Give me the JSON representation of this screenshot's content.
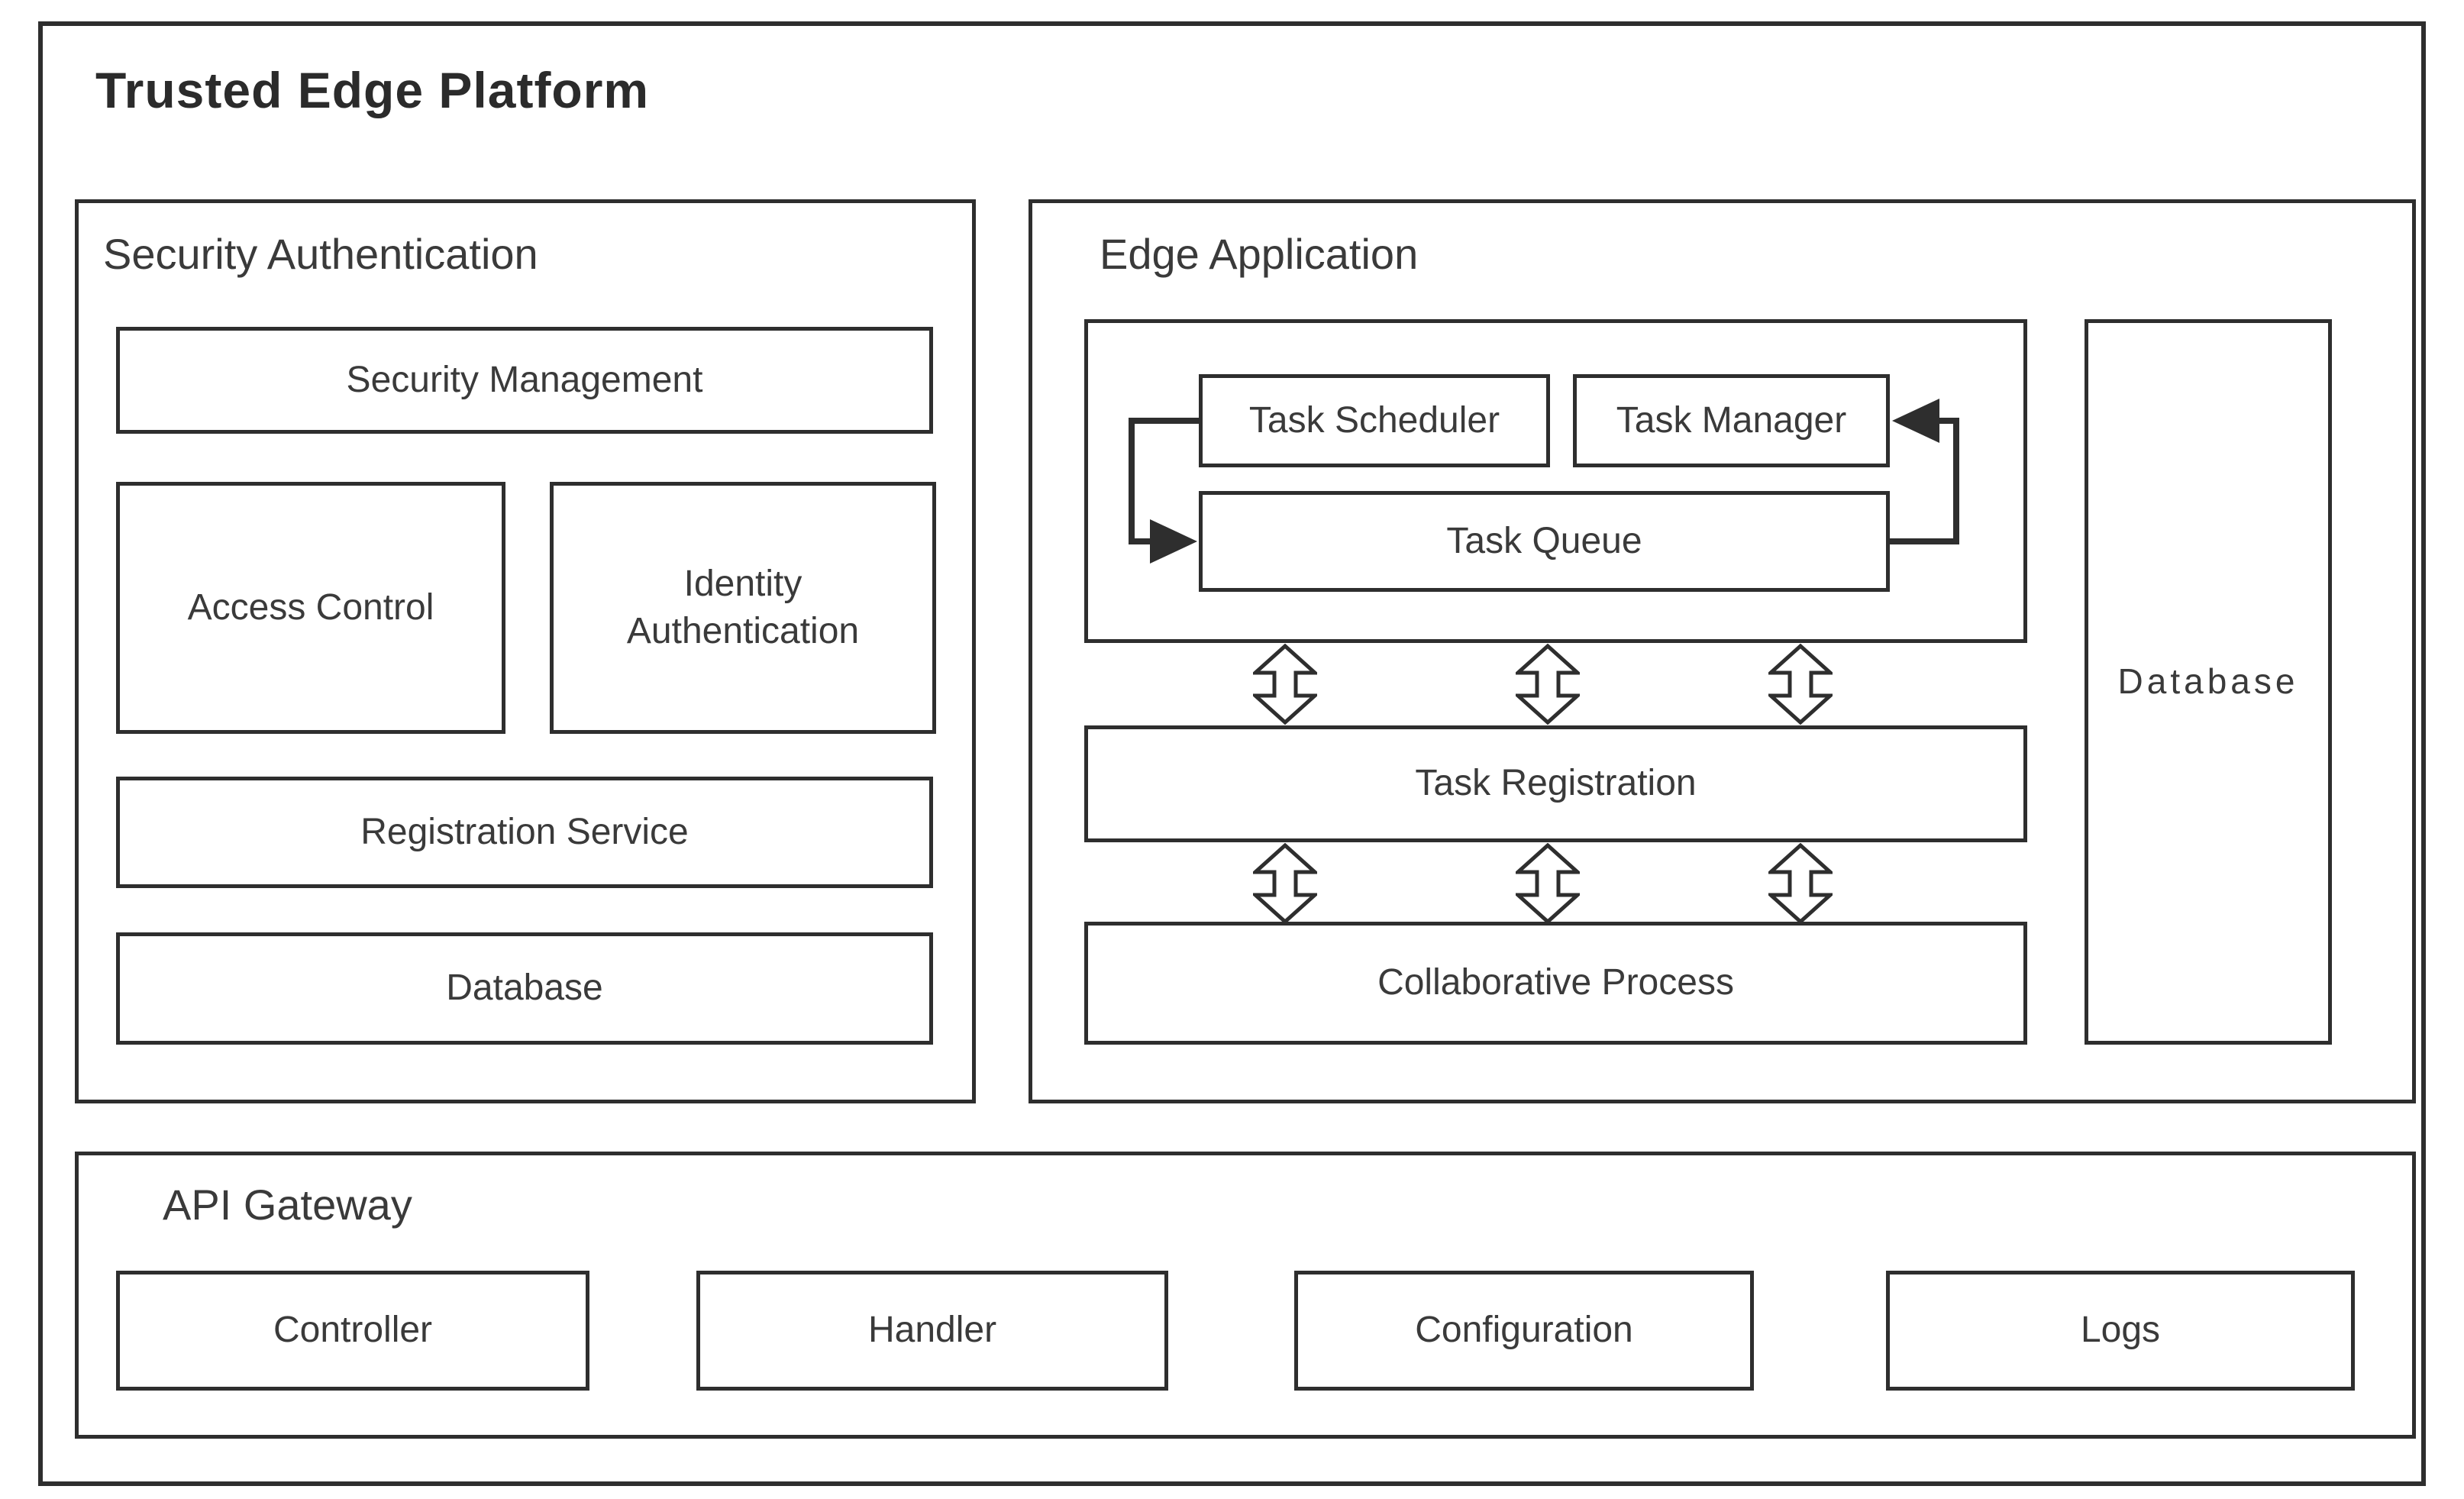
{
  "title": "Trusted Edge Platform",
  "colors": {
    "stroke": "#2e2e2e",
    "text": "#3a3a3a",
    "title_text": "#2b2b2b",
    "background": "#ffffff"
  },
  "security_panel": {
    "label": "Security Authentication",
    "boxes": {
      "security_management": "Security Management",
      "access_control": "Access Control",
      "identity_authentication": "Identity Authentication",
      "registration_service": "Registration Service",
      "database": "Database"
    }
  },
  "edge_panel": {
    "label": "Edge Application",
    "boxes": {
      "task_scheduler": "Task Scheduler",
      "task_manager": "Task Manager",
      "task_queue": "Task Queue",
      "task_registration": "Task Registration",
      "collaborative_process": "Collaborative Process",
      "database": "Database"
    },
    "icons": {
      "double_arrow": "up-down-block-arrow",
      "scheduler_to_queue": "elbow-arrow-right",
      "queue_to_manager": "elbow-arrow-left"
    }
  },
  "api_panel": {
    "label": "API Gateway",
    "boxes": {
      "controller": "Controller",
      "handler": "Handler",
      "configuration": "Configuration",
      "logs": "Logs"
    }
  }
}
